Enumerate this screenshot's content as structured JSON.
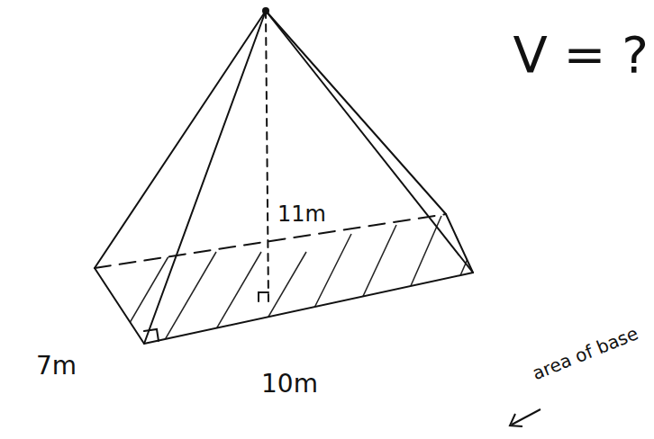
{
  "diagram": {
    "labels": [
      "V = ?",
      "11m",
      "7m",
      "10m",
      "area of base"
    ]
  }
}
